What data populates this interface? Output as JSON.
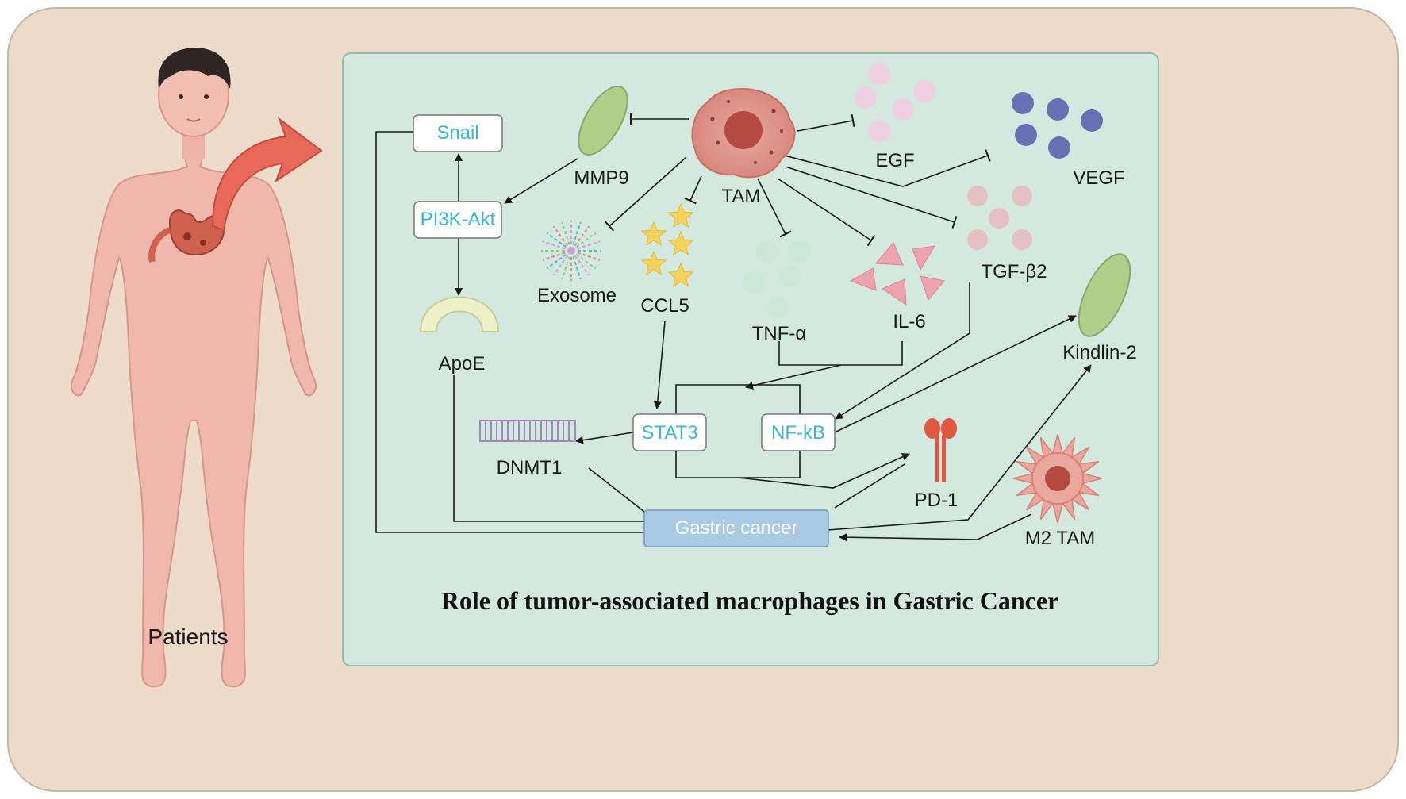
{
  "labels": {
    "patients": "Patients",
    "title": "Role of tumor-associated macrophages in Gastric Cancer",
    "snail": "Snail",
    "pi3k": "PI3K-Akt",
    "apoe": "ApoE",
    "mmp9": "MMP9",
    "tam": "TAM",
    "egf": "EGF",
    "vegf": "VEGF",
    "tgf": "TGF-β2",
    "exosome": "Exosome",
    "ccl5": "CCL5",
    "tnf": "TNF-α",
    "il6": "IL-6",
    "kindlin": "Kindlin-2",
    "stat3": "STAT3",
    "nfkb": "NF-kB",
    "dnmt1": "DNMT1",
    "pd1": "PD-1",
    "m2tam": "M2 TAM",
    "gastric": "Gastric cancer"
  },
  "colors": {
    "outer_bg": "#eedcca",
    "panel_bg": "#d3e8df",
    "panel_border": "#8bbfae",
    "box_text": "#3ab7cf",
    "gastric_box": "#a9cbe6",
    "skin": "#f0b8ad",
    "arrow_red": "#e8685a"
  }
}
